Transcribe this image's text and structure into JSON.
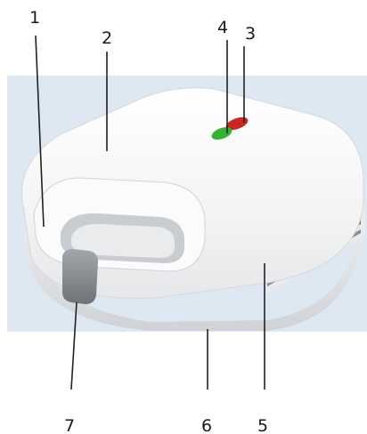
{
  "callouts": {
    "c1": "1",
    "c2": "2",
    "c3": "3",
    "c4": "4",
    "c5": "5",
    "c6": "6",
    "c7": "7"
  },
  "colors": {
    "backdrop": "#dde8f2",
    "body": "#f7f7f7",
    "body_shadow": "#c9ccd0",
    "power_led": "#c8281e",
    "ready_led": "#37b036",
    "latch": "#8c8f93",
    "leader": "#222222"
  }
}
